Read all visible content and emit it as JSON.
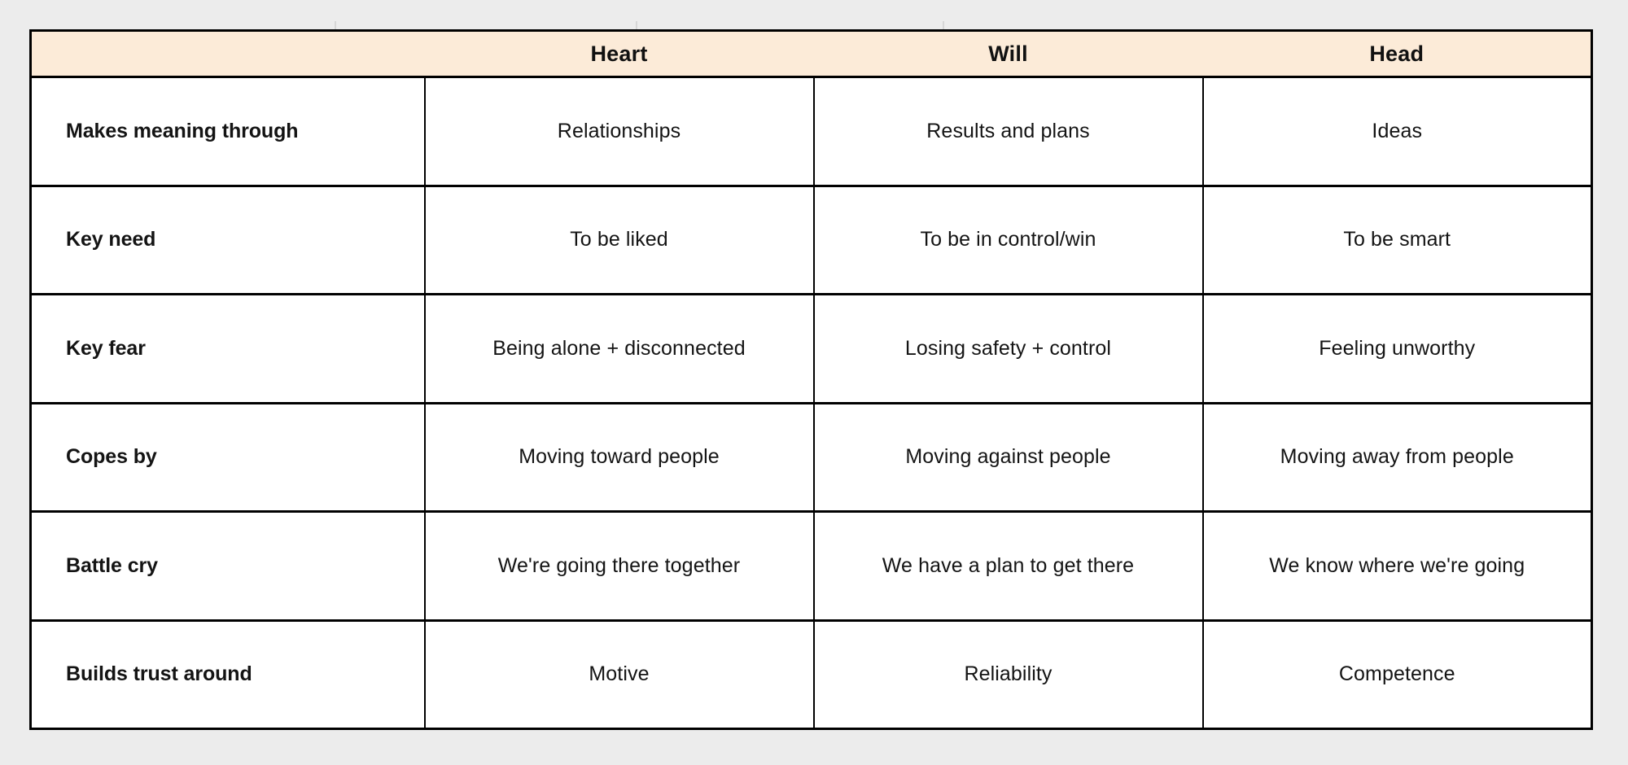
{
  "page": {
    "background_color": "#ececec",
    "table_border_color": "#000000",
    "header_background_color": "#fcebd8",
    "cell_background_color": "#ffffff",
    "text_color": "#141414"
  },
  "table": {
    "corner_label": "",
    "column_headers": [
      "Heart",
      "Will",
      "Head"
    ],
    "rows": [
      {
        "label": "Makes meaning through",
        "cells": [
          "Relationships",
          "Results and plans",
          "Ideas"
        ]
      },
      {
        "label": "Key need",
        "cells": [
          "To be liked",
          "To be in control/win",
          "To be smart"
        ]
      },
      {
        "label": "Key fear",
        "cells": [
          "Being alone + disconnected",
          "Losing safety + control",
          "Feeling unworthy"
        ]
      },
      {
        "label": "Copes by",
        "cells": [
          "Moving toward people",
          "Moving against people",
          "Moving away from people"
        ]
      },
      {
        "label": "Battle cry",
        "cells": [
          "We're going there together",
          "We have a plan to get there",
          "We know where we're going"
        ]
      },
      {
        "label": "Builds trust around",
        "cells": [
          "Motive",
          "Reliability",
          "Competence"
        ]
      }
    ]
  }
}
